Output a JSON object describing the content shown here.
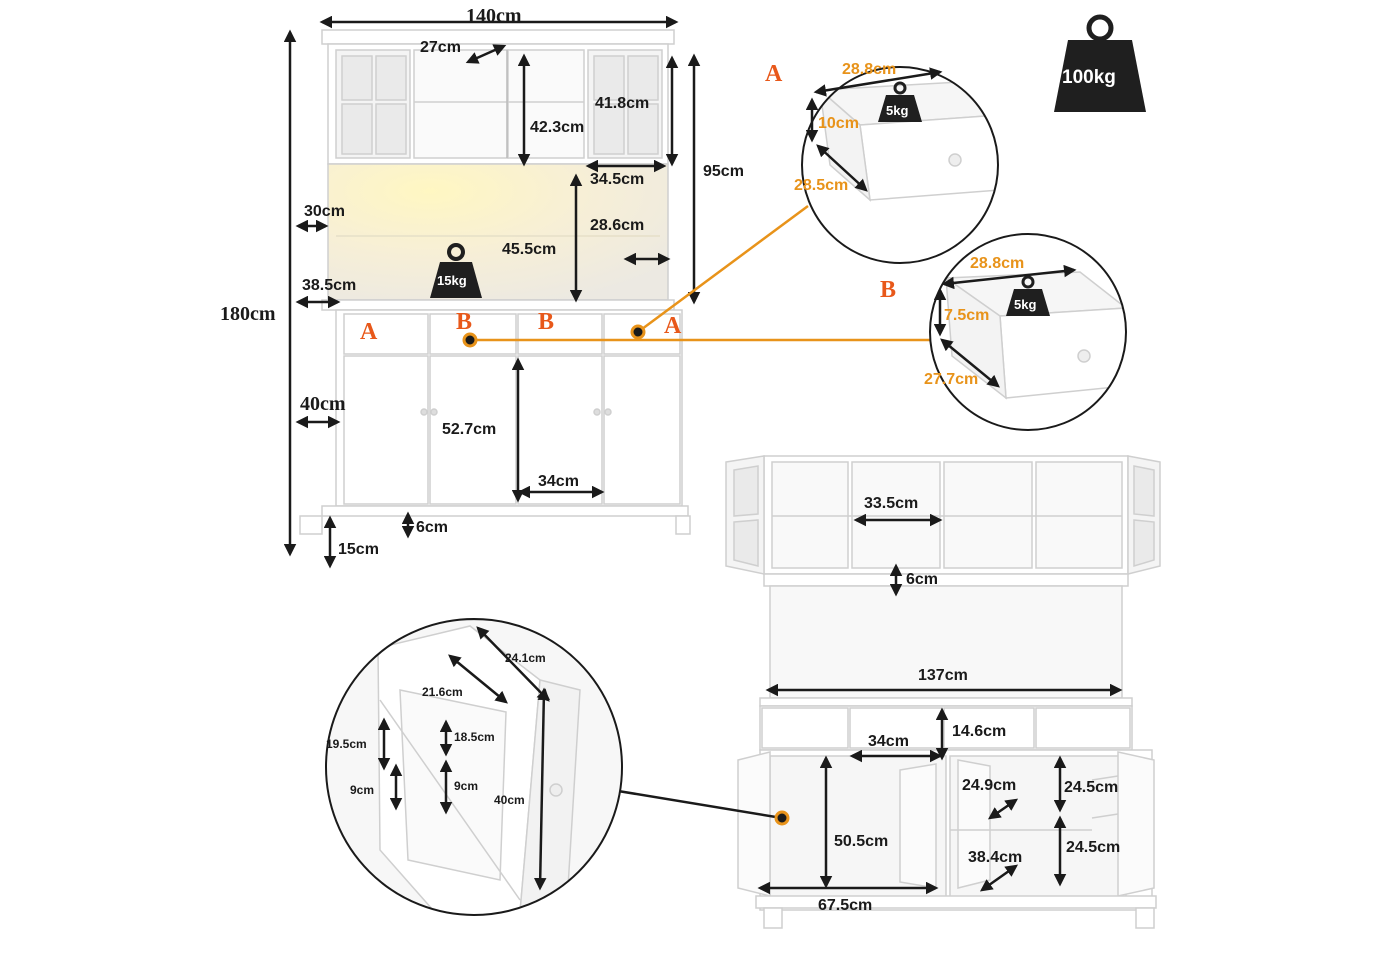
{
  "main_view": {
    "total_width": "140cm",
    "total_height": "180cm",
    "top_cell_width": "27cm",
    "glass_door_height": "41.8cm",
    "top_cabinet_height": "42.3cm",
    "glass_door_width": "34.5cm",
    "upper_unit_height": "95cm",
    "side_depth_upper": "30cm",
    "open_shelf_depth": "28.6cm",
    "open_shelf_height": "45.5cm",
    "counter_depth": "38.5cm",
    "shelf_load": "15kg",
    "base_depth": "40cm",
    "door_height": "52.7cm",
    "door_width": "34cm",
    "leg_gap": "6cm",
    "leg_height": "15cm",
    "drawer_tags": [
      "A",
      "B",
      "B",
      "A"
    ]
  },
  "drawer_a": {
    "tag": "A",
    "width": "28.8cm",
    "height": "10cm",
    "depth": "28.5cm",
    "load": "5kg"
  },
  "drawer_b": {
    "tag": "B",
    "width": "28.8cm",
    "height": "7.5cm",
    "depth": "27.7cm",
    "load": "5kg"
  },
  "total_load": "100kg",
  "open_view": {
    "cell_width": "33.5cm",
    "gap": "6cm",
    "inner_width": "137cm",
    "drawer_width": "34cm",
    "drawer_height": "14.6cm",
    "inner_height": "50.5cm",
    "inner_width_left": "67.5cm",
    "shelf_depth_right": "24.9cm",
    "shelf_width_right": "38.4cm",
    "shelf_gap_top": "24.5cm",
    "shelf_gap_bottom": "24.5cm"
  },
  "rack_detail": {
    "depth": "24.1cm",
    "width": "21.6cm",
    "shelf_height_outer": "19.5cm",
    "shelf_height_inner": "18.5cm",
    "lower_gap_outer": "9cm",
    "lower_gap_inner": "9cm",
    "door_height": "40cm"
  },
  "colors": {
    "line": "#1a1a1a",
    "accent_orange": "#e8931a",
    "tag_orange": "#e8581a",
    "cabinet_edge": "#d8d8d8",
    "led_glow": "#fff3b8",
    "weight_fill": "#1f1f1f"
  }
}
